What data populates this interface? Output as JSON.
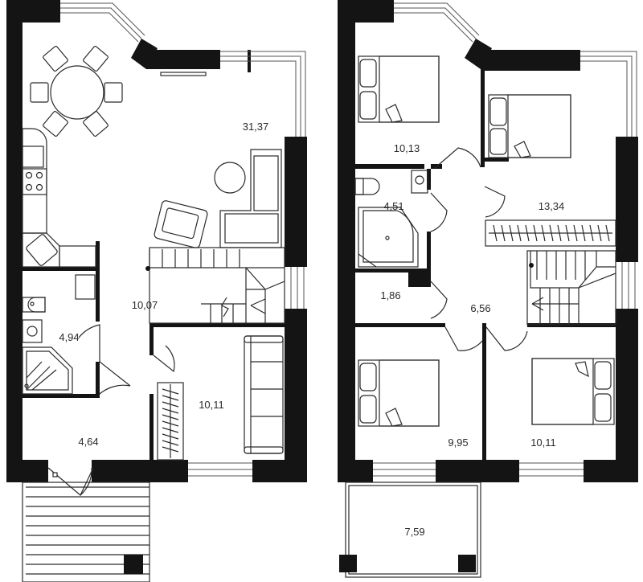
{
  "plan": {
    "ground_floor": {
      "living_dining": "31,37",
      "hall": "10,07",
      "bathroom": "4,94",
      "bedroom": "10,11",
      "entry": "4,64"
    },
    "upper_floor": {
      "bedroom_top_left": "10,13",
      "bedroom_top_right": "13,34",
      "bathroom": "4,51",
      "storage": "1,86",
      "landing": "6,56",
      "bedroom_bottom_left": "9,95",
      "bedroom_bottom_right": "10,11",
      "balcony": "7,59"
    }
  },
  "colors": {
    "wall": "#141414",
    "line": "#2a2a2a",
    "background": "#ffffff"
  }
}
